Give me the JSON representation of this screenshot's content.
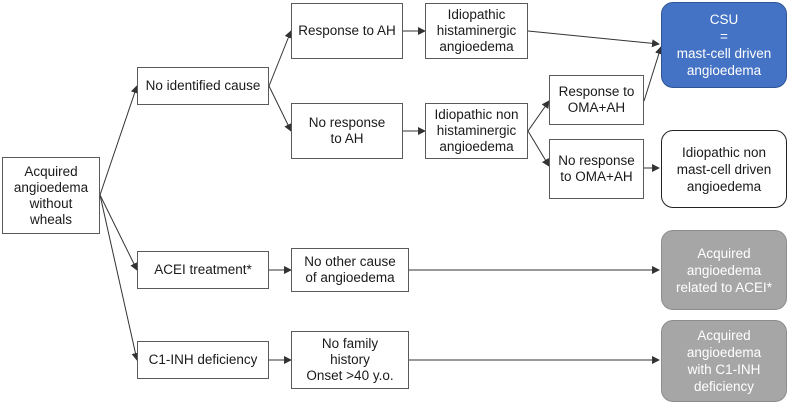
{
  "nodes": {
    "root": "Acquired\nangioedema\nwithout\nwheals",
    "no_cause": "No identified cause",
    "acei": "ACEI treatment*",
    "c1inh": "C1-INH deficiency",
    "resp_ah": "Response to AH",
    "noresp_ah": "No response\nto AH",
    "idio_hist": "Idiopathic\nhistaminergic\nangioedema",
    "idio_nonhist": "Idiopathic non\nhistaminergic\nangioedema",
    "resp_oma": "Response to\nOMA+AH",
    "noresp_oma": "No response\nto OMA+AH",
    "no_other_cause": "No other cause\nof angioedema",
    "no_family": "No family\nhistory\nOnset >40 y.o.",
    "csu": "CSU\n=\nmast-cell driven\nangioedema",
    "idio_nonmast": "Idiopathic non\nmast-cell driven\nangioedema",
    "acq_acei": "Acquired\nangioedema\nrelated to ACEI*",
    "acq_c1inh": "Acquired\nangioedema\nwith C1-INH\ndeficiency"
  },
  "colors": {
    "csu_fill": "#4472c4",
    "grey_fill": "#a6a6a6",
    "arrow": "#333333"
  }
}
